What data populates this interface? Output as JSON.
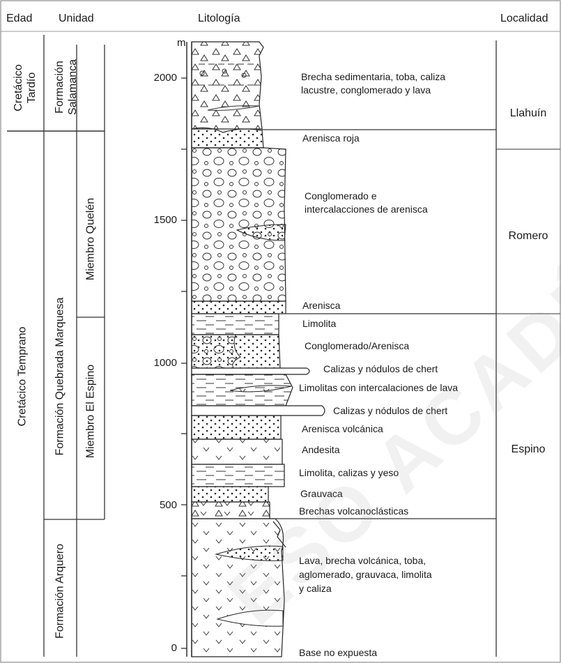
{
  "headers": {
    "edad": "Edad",
    "unidad": "Unidad",
    "litologia": "Litología",
    "localidad": "Localidad"
  },
  "edades": {
    "tardio_line1": "Cretácico",
    "tardio_line2": "Tardío",
    "temprano": "Cretácico Temprano"
  },
  "unidades": {
    "salamanca_line1": "Formación",
    "salamanca_line2": "Salamanca",
    "quebrada": "Formación Quebrada Marquesa",
    "quelen": "Miembro Quelén",
    "espino": "Miembro El Espino",
    "arquero": "Formación Arquero"
  },
  "axis": {
    "unit": "m",
    "ticks": [
      "2000",
      "1500",
      "1000",
      "500",
      "0"
    ]
  },
  "layers": [
    "Brecha sedimentaria, toba, caliza",
    "lacustre, conglomerado y lava",
    "Arenisca roja",
    "Conglomerado e",
    "intercalacciones de arenisca",
    "Arenisca",
    "Limolita",
    "Conglomerado/Arenisca",
    "Calizas y nódulos de chert",
    "Limolitas con intercalaciones de lava",
    "Calizas y nódulos de chert",
    "Arenisca volcánica",
    "Andesita",
    "Limolita, calizas y yeso",
    "Grauvaca",
    "Brechas volcanoclásticas",
    "Lava, brecha volcánica, toba,",
    "aglomerado, grauvaca, limolita",
    "y caliza",
    "Base no expuesta"
  ],
  "localidades": [
    "Llahuín",
    "Romero",
    "Espino"
  ],
  "watermark": "ESO ACADÉMICO"
}
